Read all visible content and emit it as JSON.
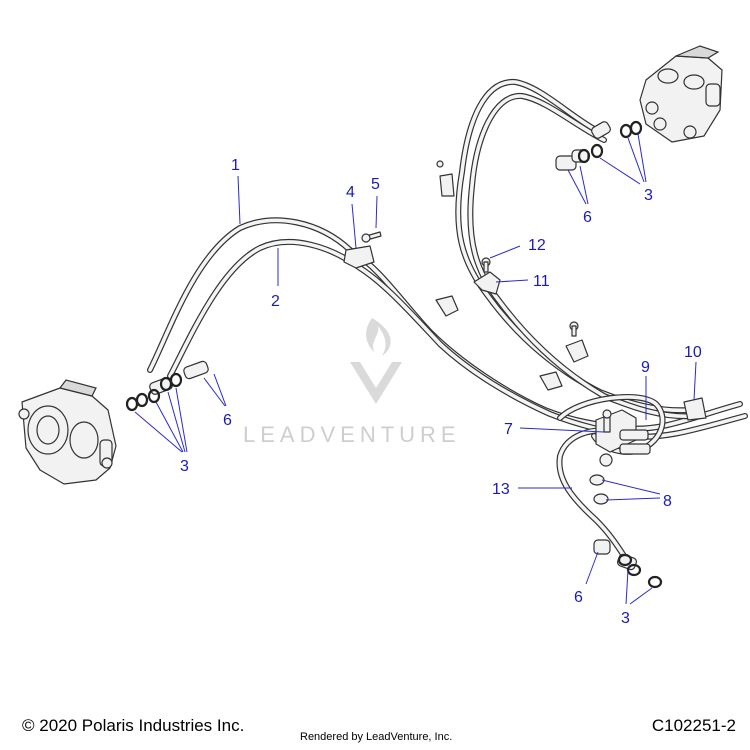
{
  "watermark": "LEADVENTURE",
  "callouts": [
    {
      "id": "c1",
      "label": "1"
    },
    {
      "id": "c2",
      "label": "2"
    },
    {
      "id": "c3a",
      "label": "3"
    },
    {
      "id": "c3b",
      "label": "3"
    },
    {
      "id": "c3c",
      "label": "3"
    },
    {
      "id": "c4",
      "label": "4"
    },
    {
      "id": "c5",
      "label": "5"
    },
    {
      "id": "c6a",
      "label": "6"
    },
    {
      "id": "c6b",
      "label": "6"
    },
    {
      "id": "c6c",
      "label": "6"
    },
    {
      "id": "c7",
      "label": "7"
    },
    {
      "id": "c8",
      "label": "8"
    },
    {
      "id": "c9",
      "label": "9"
    },
    {
      "id": "c10",
      "label": "10"
    },
    {
      "id": "c11",
      "label": "11"
    },
    {
      "id": "c12",
      "label": "12"
    },
    {
      "id": "c13",
      "label": "13"
    }
  ],
  "footer": {
    "copyright": "© 2020 Polaris Industries Inc.",
    "rendered_by": "Rendered by LeadVenture, Inc.",
    "drawing_id": "C102251-2"
  }
}
